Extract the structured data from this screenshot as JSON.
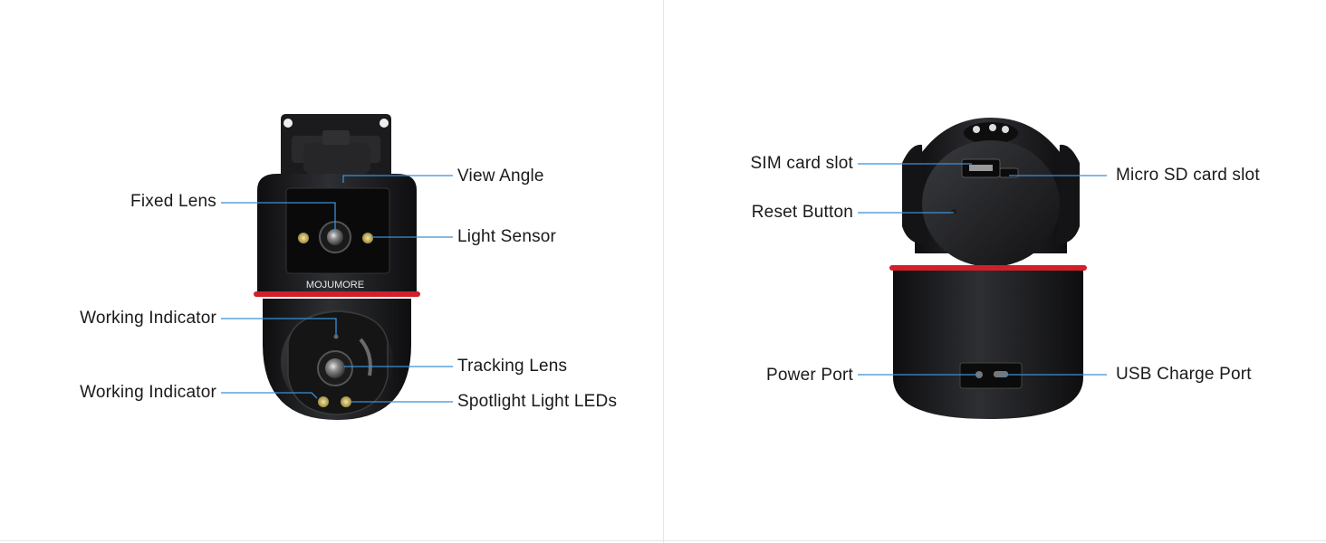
{
  "front_camera": {
    "brand": "MOJUMORE",
    "callouts": {
      "view_angle": "View Angle",
      "fixed_lens": "Fixed Lens",
      "light_sensor": "Light Sensor",
      "working_indicator_top": "Working Indicator",
      "tracking_lens": "Tracking Lens",
      "working_indicator_bottom": "Working Indicator",
      "spotlight_leds": "Spotlight Light LEDs"
    }
  },
  "back_camera": {
    "callouts": {
      "sim_card_slot": "SIM card slot",
      "micro_sd_slot": "Micro SD card slot",
      "reset_button": "Reset Button",
      "power_port": "Power Port",
      "usb_charge_port": "USB Charge Port"
    }
  },
  "colors": {
    "leader_line": "#3a8fd6",
    "accent_ring": "#d0202a",
    "camera_body": "#1f1f21"
  }
}
